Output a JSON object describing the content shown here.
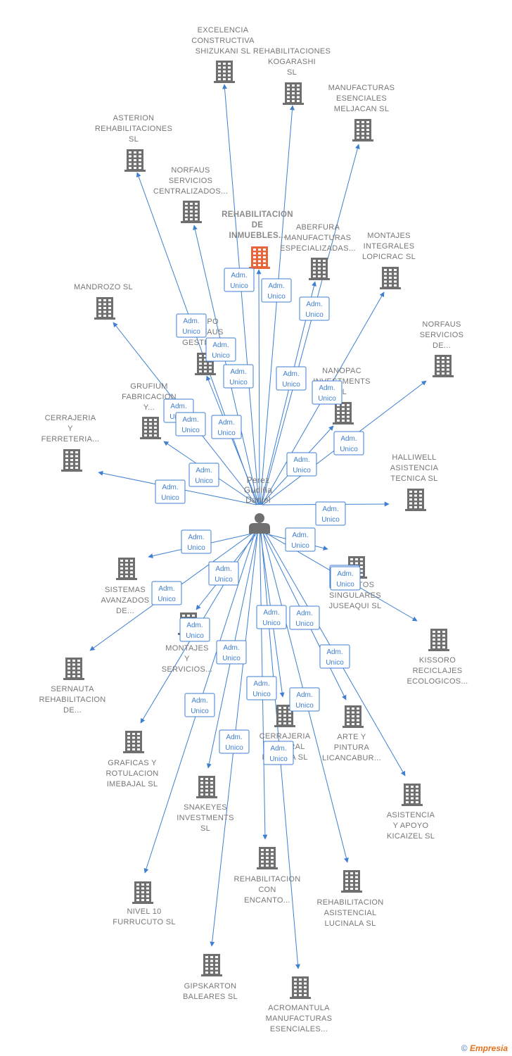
{
  "center": {
    "name": "Perez Gudiña Daniel",
    "lines": [
      "Perez",
      "Gudiña",
      "Daniel"
    ],
    "icon": "person-icon"
  },
  "edge_label_lines": [
    "Adm.",
    "Unico"
  ],
  "colors": {
    "edge": "#3f7fd0",
    "building": "#6f6f6f",
    "building_main": "#e8643a",
    "label": "#777777"
  },
  "footer": {
    "copyright": "©",
    "brand": "Empresia"
  },
  "companies": [
    {
      "id": "excelencia",
      "lines": [
        "EXCELENCIA",
        "CONSTRUCTIVA",
        "SHIZUKANI  SL"
      ]
    },
    {
      "id": "kogarashi",
      "lines": [
        "REHABILITACIONES",
        "KOGARASHI",
        "SL"
      ]
    },
    {
      "id": "meljacan",
      "lines": [
        "MANUFACTURAS",
        "ESENCIALES",
        "MELJACAN  SL"
      ]
    },
    {
      "id": "asterion",
      "lines": [
        "ASTERION",
        "REHABILITACIONES",
        "SL"
      ]
    },
    {
      "id": "norfaus-centralizados",
      "lines": [
        "NORFAUS",
        "SERVICIOS",
        "CENTRALIZADOS..."
      ]
    },
    {
      "id": "rehab-inmuebles",
      "lines": [
        "REHABILITACION",
        "DE",
        "INMUEBLES..."
      ],
      "main": true
    },
    {
      "id": "aberfura",
      "lines": [
        "ABERFURA",
        "MANUFACTURAS",
        "ESPECIALIZADAS..."
      ]
    },
    {
      "id": "lopicrac",
      "lines": [
        "MONTAJES",
        "INTEGRALES",
        "LOPICRAC  SL"
      ]
    },
    {
      "id": "mandrozo",
      "lines": [
        "MANDROZO  SL"
      ]
    },
    {
      "id": "grupo-norfaus",
      "lines": [
        "GRUPO",
        "NORFAUS",
        "GESTION..."
      ]
    },
    {
      "id": "norfaus-de",
      "lines": [
        "NORFAUS",
        "SERVICIOS",
        "DE..."
      ]
    },
    {
      "id": "nanopac",
      "lines": [
        "NANOPAC",
        "INVESTMENTS",
        "SL"
      ]
    },
    {
      "id": "grufium",
      "lines": [
        "GRUFIUM",
        "FABRICACION",
        "Y..."
      ]
    },
    {
      "id": "cerrajeria-ferreteria",
      "lines": [
        "CERRAJERIA",
        "Y",
        "FERRETERIA..."
      ]
    },
    {
      "id": "halliwell",
      "lines": [
        "HALLIWELL",
        "ASISTENCIA",
        "TECNICA  SL"
      ]
    },
    {
      "id": "eventos",
      "lines": [
        "EVENTOS",
        "SINGULARES",
        "JUSEAQUI  SL"
      ]
    },
    {
      "id": "sistemas",
      "lines": [
        "SISTEMAS",
        "AVANZADOS",
        "DE..."
      ]
    },
    {
      "id": "kissoro",
      "lines": [
        "KISSORO",
        "RECICLAJES",
        "ECOLOGICOS..."
      ]
    },
    {
      "id": "montajes-servicios",
      "lines": [
        "MONTAJES",
        "Y",
        "SERVICIOS..."
      ]
    },
    {
      "id": "sernauta",
      "lines": [
        "SERNAUTA",
        "REHABILITACION",
        "DE..."
      ]
    },
    {
      "id": "cerrajeria-integral",
      "lines": [
        "CERRAJERIA",
        "INTEGRAL",
        "IMAGINA  SL"
      ]
    },
    {
      "id": "arte-pintura",
      "lines": [
        "ARTE Y",
        "PINTURA",
        "LICANCABUR..."
      ]
    },
    {
      "id": "graficas",
      "lines": [
        "GRAFICAS Y",
        "ROTULACION",
        "IMEBAJAL  SL"
      ]
    },
    {
      "id": "snakeyes",
      "lines": [
        "SNAKEYES",
        "INVESTMENTS",
        "SL"
      ]
    },
    {
      "id": "kicaizel",
      "lines": [
        "ASISTENCIA",
        "Y APOYO",
        "KICAIZEL  SL"
      ]
    },
    {
      "id": "rehab-encanto",
      "lines": [
        "REHABILITACION",
        "CON",
        "ENCANTO..."
      ]
    },
    {
      "id": "lucinala",
      "lines": [
        "REHABILITACION",
        "ASISTENCIAL",
        "LUCINALA  SL"
      ]
    },
    {
      "id": "nivel10",
      "lines": [
        "NIVEL 10",
        "FURRUCUTO SL"
      ]
    },
    {
      "id": "gipskarton",
      "lines": [
        "GIPSKARTON",
        "BALEARES  SL"
      ]
    },
    {
      "id": "acromantula",
      "lines": [
        "ACROMANTULA",
        "MANUFACTURAS",
        "ESENCIALES..."
      ]
    }
  ]
}
